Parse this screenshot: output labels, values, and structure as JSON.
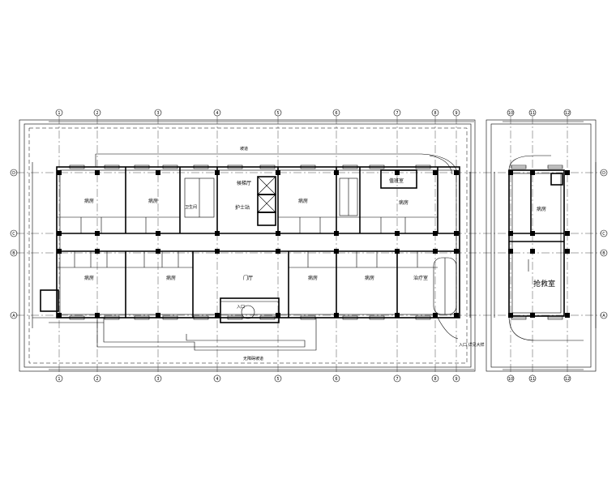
{
  "drawing": {
    "axes_horizontal_main": [
      "1",
      "2",
      "3",
      "4",
      "5",
      "6",
      "7",
      "8",
      "9"
    ],
    "axes_horizontal_side": [
      "10",
      "11",
      "12"
    ],
    "axes_vertical": [
      "D",
      "C",
      "B",
      "A"
    ],
    "rooms": {
      "office": "病房",
      "hall": "门厅",
      "nurse_station": "护士站",
      "elevator_lobby": "候梯厅",
      "toilet": "卫生间",
      "duty_room": "值班室",
      "entrance": "入口",
      "treatment": "治疗室",
      "side_room": "病房",
      "side_big_room": "抢救室"
    },
    "notes": {
      "top_ramp": "坡道",
      "bottom_ramp": "无障碍坡道",
      "right_note": "入口 详见大样"
    }
  }
}
